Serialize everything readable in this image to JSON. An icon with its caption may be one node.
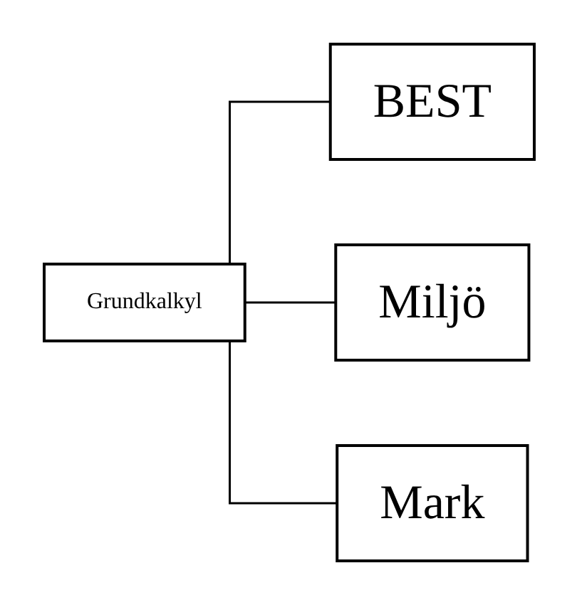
{
  "diagram": {
    "nodes": [
      {
        "text": [
          "Grundkalkyl"
        ]
      },
      {
        "text": [
          "BEST"
        ]
      },
      {
        "text": [
          "Miljö"
        ]
      },
      {
        "text": [
          "Mark"
        ]
      }
    ],
    "edges": [
      {
        "from": 0,
        "to": 1,
        "arrow": "none"
      },
      {
        "from": 0,
        "to": 2,
        "arrow": "none"
      },
      {
        "from": 0,
        "to": 3,
        "arrow": "none"
      }
    ]
  }
}
